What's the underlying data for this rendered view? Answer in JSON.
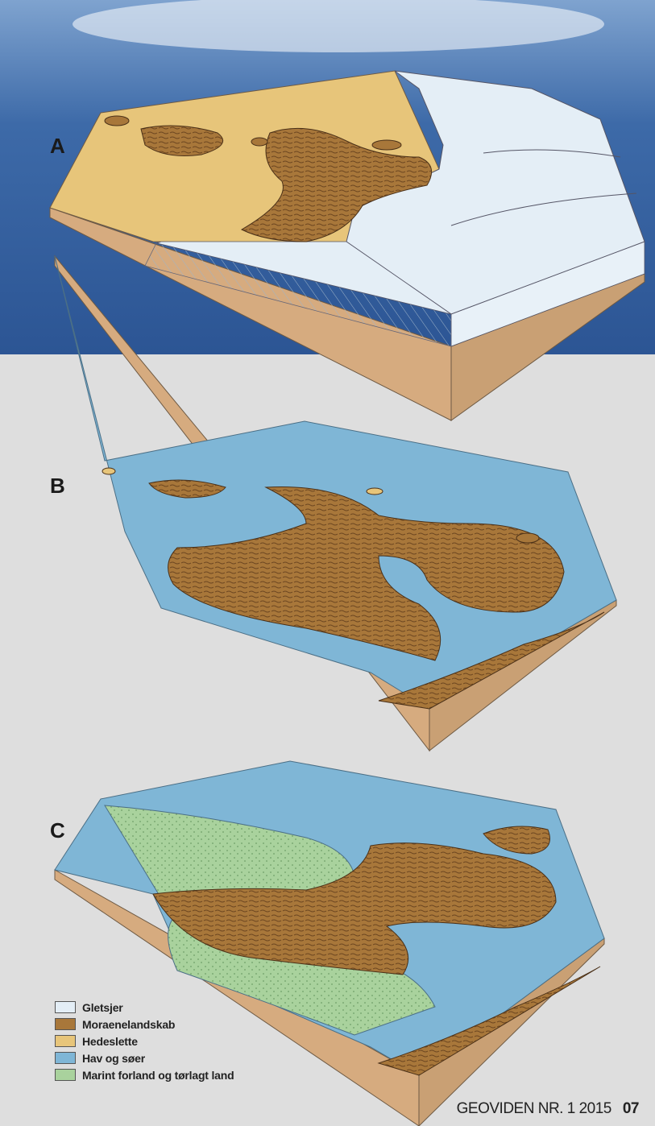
{
  "panels": [
    {
      "letter": "A"
    },
    {
      "letter": "B"
    },
    {
      "letter": "C"
    }
  ],
  "legend": [
    {
      "label": "Gletsjer",
      "color": "#e4eef6"
    },
    {
      "label": "Moraenelandskab",
      "color": "#a8773a"
    },
    {
      "label": "Hedeslette",
      "color": "#e7c57a"
    },
    {
      "label": "Hav og søer",
      "color": "#7fb6d6"
    },
    {
      "label": "Marint forland og tørlagt land",
      "color": "#a9d29d"
    }
  ],
  "footer": {
    "publication": "GEOVIDEN NR. 1 2015",
    "page_number": "07"
  },
  "colors": {
    "sky": "#2f5f9e",
    "ice": "#e4eef6",
    "moraine": "#a8773a",
    "outwash": "#e7c57a",
    "water": "#7fb6d6",
    "marine_land": "#a9d29d",
    "soil": "#d6ab7f"
  }
}
